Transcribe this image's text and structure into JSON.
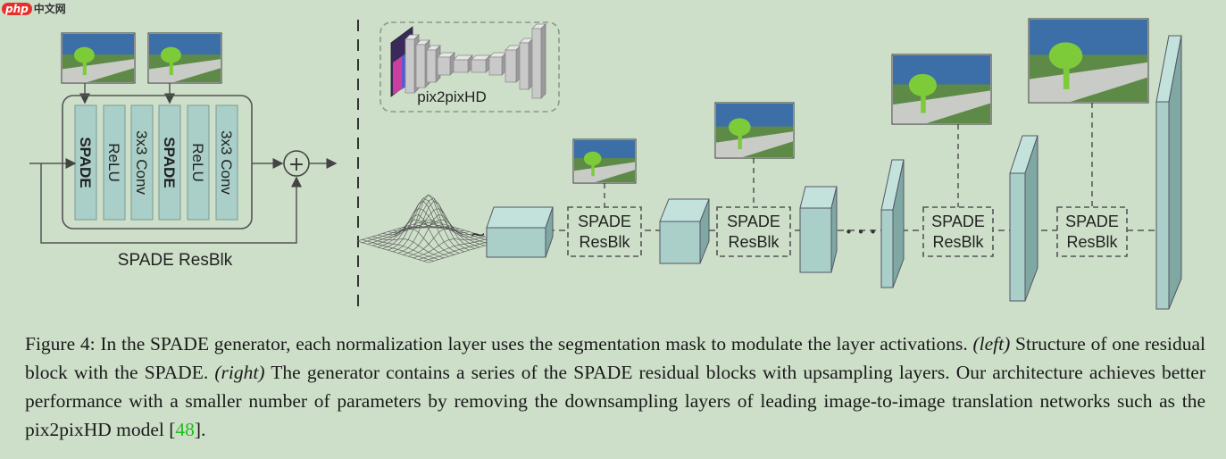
{
  "watermark": {
    "badge": "php",
    "site": "中文网"
  },
  "left_panel": {
    "layers": [
      "SPADE",
      "ReLU",
      "3x3 Conv",
      "SPADE",
      "ReLU",
      "3x3 Conv"
    ],
    "plus": "+",
    "resblk_caption": "SPADE ResBlk"
  },
  "right_panel": {
    "inset_label": "pix2pixHD",
    "tilde": "~",
    "ellipsis": "• • •",
    "resblk_lines": [
      "SPADE",
      "ResBlk"
    ]
  },
  "caption": {
    "figure_label": "Figure 4:",
    "intro": "In the SPADE generator, each normalization layer uses the segmentation mask to modulate the layer activations.",
    "left_tag": "(left)",
    "left_text": "Structure of one residual block with the SPADE.",
    "right_tag": "(right)",
    "right_text": "The generator contains a series of the SPADE residual blocks with upsampling layers. Our architecture achieves better performance with a smaller number of parameters by removing the downsampling layers of leading image-to-image translation networks such as the pix2pixHD model [",
    "cite": "48",
    "end": "]."
  },
  "colors": {
    "background": "#cddfc8",
    "block_fill": "#a9cfc8",
    "block_side": "#7fa8a3",
    "sky": "#3c6ea8",
    "grass": "#5e8a48",
    "road": "#c8cbc6",
    "tree": "#7ecb3a",
    "cite": "#1bbf1b"
  }
}
